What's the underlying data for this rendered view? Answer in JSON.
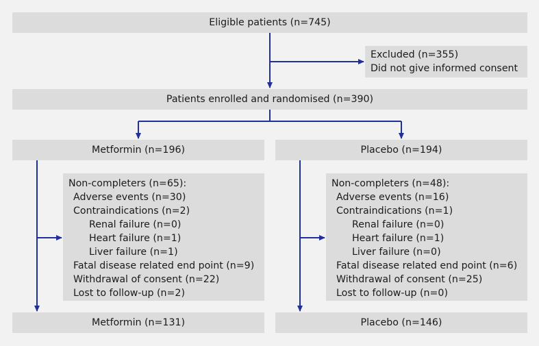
{
  "boxes": {
    "eligible": "Eligible patients (n=745)",
    "excluded": {
      "line1": "Excluded (n=355)",
      "line2": "Did not give informed consent"
    },
    "enrolled": "Patients enrolled and randomised (n=390)",
    "metformin_start": "Metformin (n=196)",
    "placebo_start": "Placebo (n=194)",
    "metformin_end": "Metformin (n=131)",
    "placebo_end": "Placebo (n=146)"
  },
  "noncompleters_metformin": {
    "header": "Non-completers (n=65):",
    "adverse": "Adverse events (n=30)",
    "contra": "Contraindications (n=2)",
    "renal": "Renal failure (n=0)",
    "heart": "Heart failure (n=1)",
    "liver": "Liver failure (n=1)",
    "fatal": "Fatal disease related end point (n=9)",
    "withdrawal": "Withdrawal of consent (n=22)",
    "lost": "Lost to follow-up (n=2)"
  },
  "noncompleters_placebo": {
    "header": "Non-completers (n=48):",
    "adverse": "Adverse events (n=16)",
    "contra": "Contraindications (n=1)",
    "renal": "Renal failure (n=0)",
    "heart": "Heart failure (n=1)",
    "liver": "Liver failure (n=0)",
    "fatal": "Fatal disease related end point (n=6)",
    "withdrawal": "Withdrawal of consent (n=25)",
    "lost": "Lost to follow-up (n=0)"
  },
  "colors": {
    "arrow": "#1f2f9e",
    "box": "#dcdcdc",
    "background": "#f2f2f2"
  }
}
